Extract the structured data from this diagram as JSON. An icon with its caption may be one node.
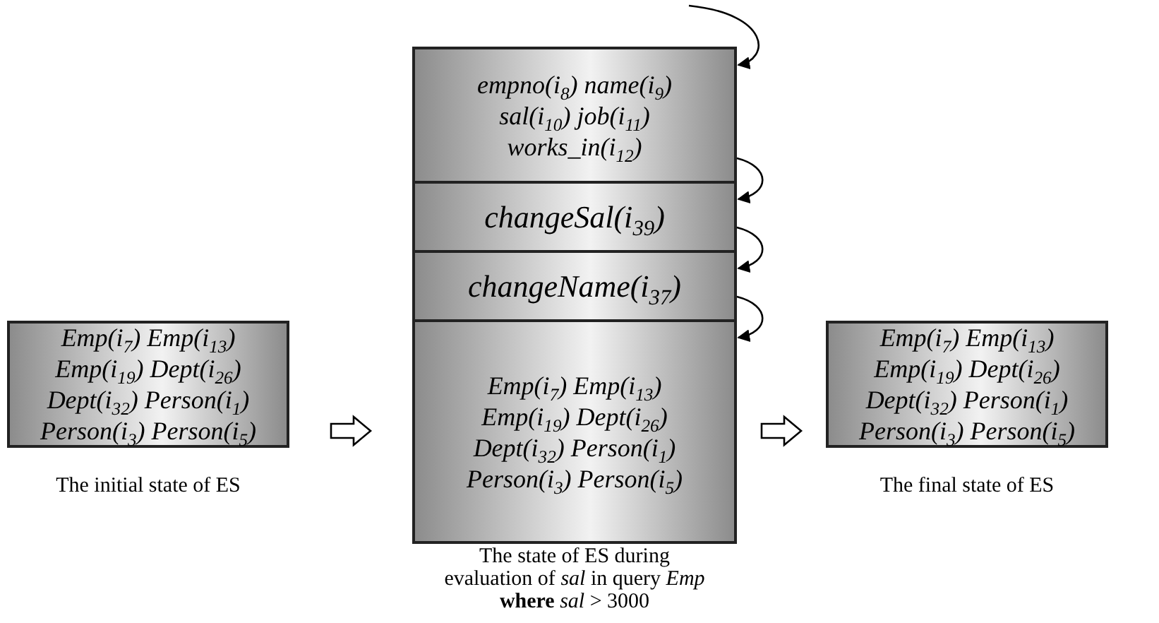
{
  "diagram": {
    "nodes": [
      {
        "text": [
          "Emp(i$_{7}$) Emp(i$_{13}$)",
          "Emp(i$_{19}$) Dept(i$_{26}$)",
          "Dept(i$_{32}$) Person(i$_{1}$)",
          "Person(i$_{3}$) Person(i$_{5}$)"
        ],
        "beside": [
          "The initial state of ES"
        ]
      },
      {
        "text": [
          "empno(i$_{8}$) name(i$_{9}$)",
          "sal(i$_{10}$) job(i$_{11}$)",
          "works_in(i$_{12}$)"
        ]
      },
      {
        "text": [
          "changeSal(i$_{39}$)"
        ]
      },
      {
        "text": [
          "changeName(i$_{37}$)"
        ]
      },
      {
        "text": [
          "Emp(i$_{7}$) Emp(i$_{13}$)",
          "Emp(i$_{19}$) Dept(i$_{26}$)",
          "Dept(i$_{32}$) Person(i$_{1}$)",
          "Person(i$_{3}$) Person(i$_{5}$)"
        ],
        "beside": [
          "The state of ES during evaluation of *sal* in query *Emp* **where** *sal* > 3000"
        ]
      },
      {
        "text": [
          "Emp(i$_{7}$) Emp(i$_{13}$)",
          "Emp(i$_{19}$) Dept(i$_{26}$)",
          "Dept(i$_{32}$) Person(i$_{1}$)",
          "Person(i$_{3}$) Person(i$_{5}$)"
        ],
        "beside": [
          "The final state of ES"
        ]
      }
    ],
    "edges": [
      {
        "from": null,
        "to": 1,
        "arrow": "to"
      },
      {
        "from": 1,
        "to": 2,
        "arrow": "to"
      },
      {
        "from": 2,
        "to": 3,
        "arrow": "to"
      },
      {
        "from": 3,
        "to": 4,
        "arrow": "to"
      },
      {
        "from": 0,
        "to": 4,
        "arrow": "to"
      },
      {
        "from": 4,
        "to": 5,
        "arrow": "to"
      }
    ]
  }
}
